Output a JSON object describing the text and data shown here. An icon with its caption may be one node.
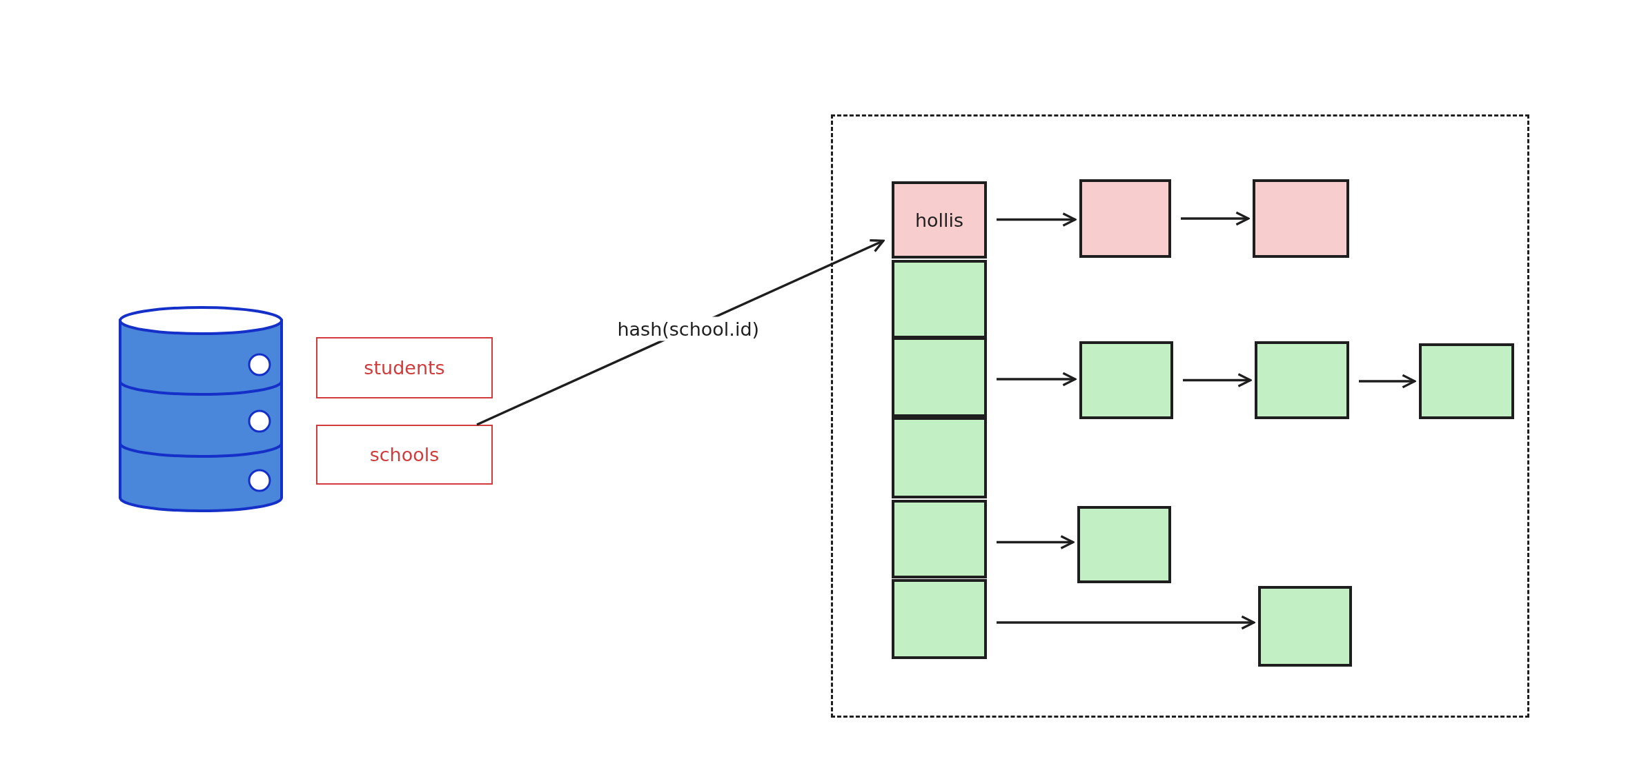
{
  "diagram": {
    "nodes": [
      {
        "text": [],
        "shape": "cylinder"
      },
      {
        "text": [
          "students"
        ]
      },
      {
        "text": [
          "schools"
        ]
      },
      {
        "text": [],
        "shape": "box"
      },
      {
        "text": [
          "hollis"
        ],
        "in": 3
      },
      {
        "text": [],
        "shape": "box",
        "in": 3
      },
      {
        "text": [],
        "shape": "box",
        "in": 3
      },
      {
        "text": [],
        "shape": "box",
        "in": 3
      },
      {
        "text": [],
        "shape": "box",
        "in": 3
      },
      {
        "text": [],
        "shape": "box",
        "in": 3
      },
      {
        "text": [],
        "shape": "box",
        "in": 3
      },
      {
        "text": [],
        "shape": "box",
        "in": 3
      },
      {
        "text": [],
        "shape": "box",
        "in": 3
      },
      {
        "text": [],
        "shape": "box",
        "in": 3
      },
      {
        "text": [],
        "shape": "box",
        "in": 3
      },
      {
        "text": [],
        "shape": "box",
        "in": 3
      },
      {
        "text": [],
        "shape": "box",
        "in": 3
      }
    ],
    "edges": [
      {
        "from": 2,
        "to": 4,
        "arrow": "to",
        "label": "hash(school.id)"
      },
      {
        "from": 4,
        "to": 10,
        "arrow": "to"
      },
      {
        "from": 10,
        "to": 11,
        "arrow": "to"
      },
      {
        "from": 6,
        "to": 12,
        "arrow": "to"
      },
      {
        "from": 12,
        "to": 13,
        "arrow": "to"
      },
      {
        "from": 13,
        "to": 14,
        "arrow": "to"
      },
      {
        "from": 8,
        "to": 15,
        "arrow": "to"
      },
      {
        "from": 9,
        "to": 16,
        "arrow": "to"
      }
    ]
  }
}
